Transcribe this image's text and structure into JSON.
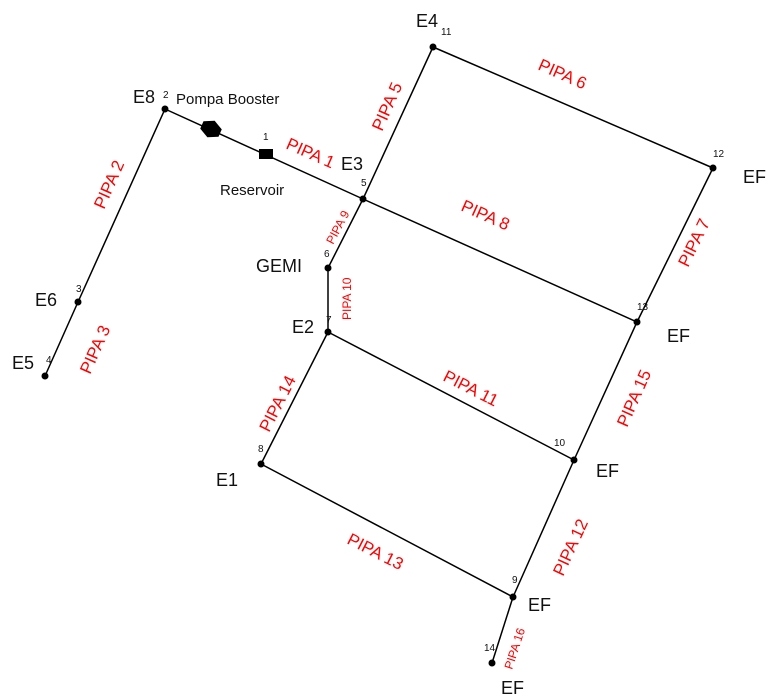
{
  "nodes": {
    "n1": {
      "number": "1"
    },
    "n2": {
      "number": "2",
      "label": "E8"
    },
    "n3": {
      "number": "3",
      "label": "E6"
    },
    "n4": {
      "number": "4",
      "label": "E5"
    },
    "n5": {
      "number": "5",
      "label": "E3"
    },
    "n6": {
      "number": "6",
      "label": "GEMI"
    },
    "n7": {
      "number": "7",
      "label": "E2"
    },
    "n8": {
      "number": "8",
      "label": "E1"
    },
    "n9": {
      "number": "9",
      "label": "EF"
    },
    "n10": {
      "number": "10",
      "label": "EF"
    },
    "n11": {
      "number": "11",
      "label": "E4"
    },
    "n12": {
      "number": "12",
      "label": "EF"
    },
    "n13": {
      "number": "13",
      "label": "EF"
    },
    "n14": {
      "number": "14",
      "label": "EF"
    }
  },
  "components": {
    "pump": "Pompa Booster",
    "reservoir": "Reservoir"
  },
  "pipes": {
    "p1": "PIPA 1",
    "p2": "PIPA 2",
    "p3": "PIPA 3",
    "p5": "PIPA 5",
    "p6": "PIPA 6",
    "p7": "PIPA 7",
    "p8": "PIPA 8",
    "p9": "PIPA 9",
    "p10": "PIPA 10",
    "p11": "PIPA 11",
    "p12": "PIPA 12",
    "p13": "PIPA 13",
    "p14": "PIPA 14",
    "p15": "PIPA 15",
    "p16": "PIPA 16"
  },
  "colors": {
    "pipe_label": "#ff0000",
    "line": "#000000"
  }
}
